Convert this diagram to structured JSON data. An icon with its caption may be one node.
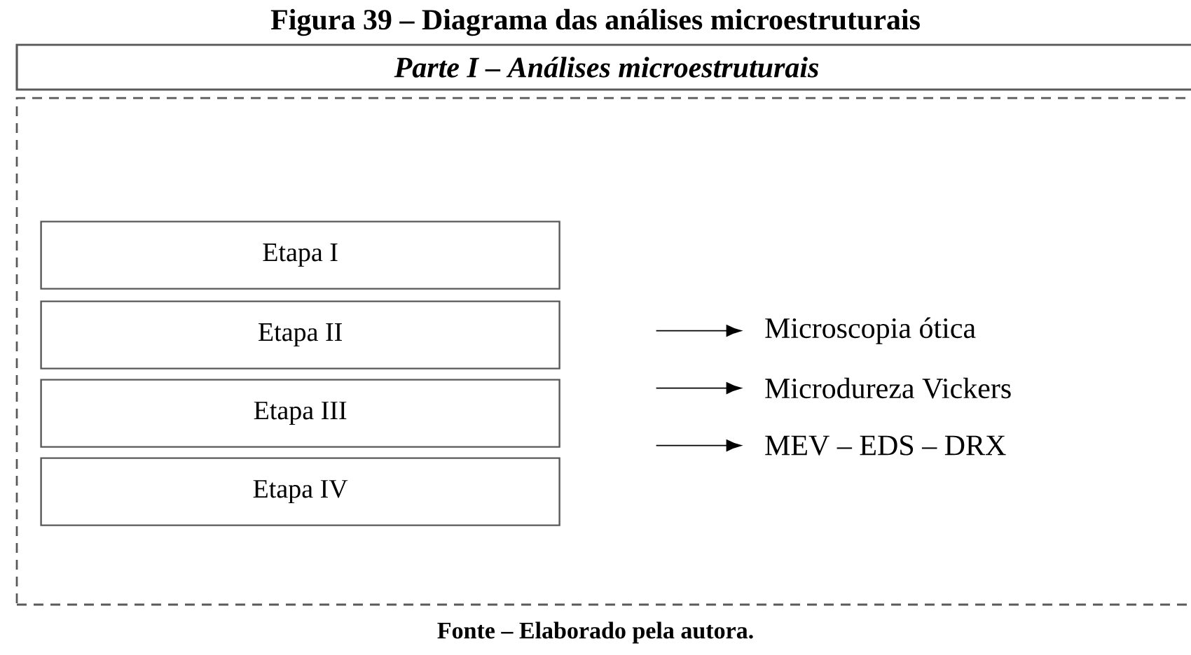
{
  "diagram": {
    "title": "Figura 39 – Diagrama das análises microestruturais",
    "caption": "Fonte – Elaborado pela autora.",
    "nodes": [
      {
        "text": [
          "Parte I – Análises microestruturais"
        ]
      },
      {
        "text": [],
        "shape": "box"
      },
      {
        "text": [
          "Etapa I"
        ],
        "in": 1
      },
      {
        "text": [
          "Etapa II"
        ],
        "in": 1
      },
      {
        "text": [
          "Etapa III"
        ],
        "in": 1
      },
      {
        "text": [
          "Etapa IV"
        ],
        "in": 1
      },
      {
        "text": [
          "Microscopia ótica"
        ],
        "in": 1
      },
      {
        "text": [
          "Microdureza Vickers"
        ],
        "in": 1
      },
      {
        "text": [
          "MEV – EDS – DRX"
        ],
        "in": 1
      }
    ],
    "edges": [
      {
        "from": null,
        "to": 6,
        "arrow": "to"
      },
      {
        "from": null,
        "to": 7,
        "arrow": "to"
      },
      {
        "from": null,
        "to": 8,
        "arrow": "to"
      }
    ]
  }
}
